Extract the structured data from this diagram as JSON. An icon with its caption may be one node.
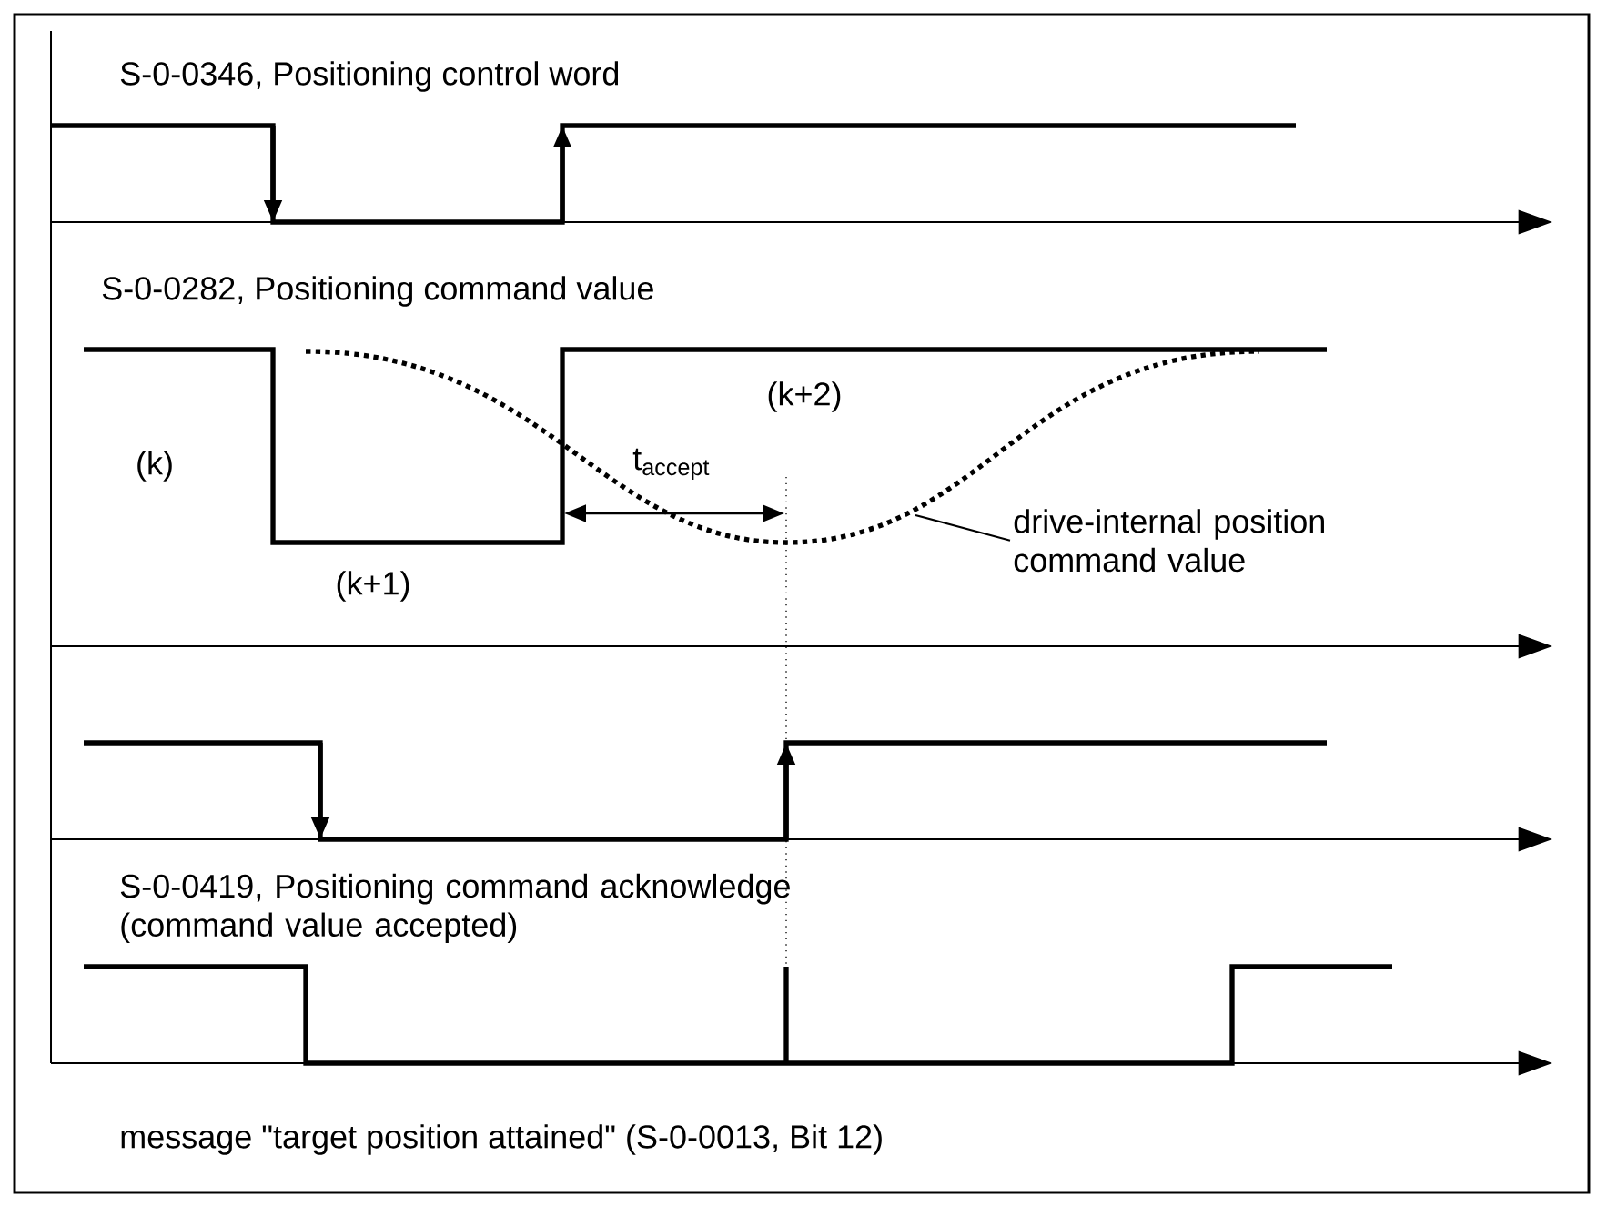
{
  "diagram": {
    "nodes": [
      {
        "text": [
          "drive-internal position command value"
        ]
      },
      {
        "text": [],
        "shape": "curve"
      }
    ],
    "edges": [
      {
        "from": 0,
        "to": 1,
        "arrow": "none"
      }
    ],
    "labels": [
      "S-0-0346, Positioning control word",
      "S-0-0282, Positioning command value",
      "(k+2)",
      "(k)",
      "t$_{accept}$",
      "(k+1)",
      "S-0-0419, Positioning command acknowledge (command value accepted)",
      "message \"target position attained\" (S-0-0013, Bit 12)"
    ]
  }
}
